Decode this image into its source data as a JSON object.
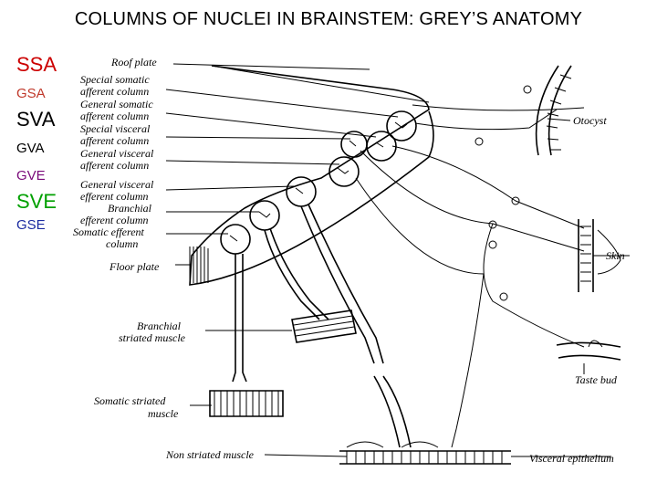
{
  "title": "COLUMNS OF NUCLEI IN BRAINSTEM: GREY’S ANATOMY",
  "legend": [
    {
      "text": "SSA",
      "color": "#cc0000",
      "size": "big"
    },
    {
      "text": "GSA",
      "color": "#c0392b",
      "size": "small"
    },
    {
      "text": "SVA",
      "color": "#000000",
      "size": "big"
    },
    {
      "text": "GVA",
      "color": "#000000",
      "size": "small"
    },
    {
      "text": "GVE",
      "color": "#7a0a7a",
      "size": "small"
    },
    {
      "text": "SVE",
      "color": "#00a000",
      "size": "big"
    },
    {
      "text": "GSE",
      "color": "#1a2aa0",
      "size": "small"
    }
  ],
  "labels": {
    "roof_plate": "Roof plate",
    "ssa_1": "Special somatic",
    "ssa_2": "afferent column",
    "gsa_1": "General somatic",
    "gsa_2": "afferent column",
    "sva_1": "Special visceral",
    "sva_2": "afferent column",
    "gva_1": "General visceral",
    "gva_2": "afferent column",
    "gve_1": "General visceral",
    "gve_2": "efferent column",
    "br_1": "Branchial",
    "br_2": "efferent column",
    "se_1": "Somatic efferent",
    "se_2": "column",
    "floor_plate": "Floor plate",
    "branchial_muscle_1": "Branchial",
    "branchial_muscle_2": "striated muscle",
    "somatic_muscle_1": "Somatic striated",
    "somatic_muscle_2": "muscle",
    "non_striated": "Non striated muscle",
    "otocyst": "Otocyst",
    "skin": "Skin",
    "taste_bud": "Taste bud",
    "visceral_epithelium": "Visceral epithelium"
  }
}
